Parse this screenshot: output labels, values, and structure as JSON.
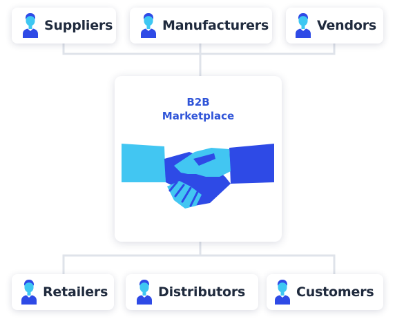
{
  "diagram": {
    "top_nodes": [
      {
        "label": "Suppliers",
        "icon": "person-icon"
      },
      {
        "label": "Manufacturers",
        "icon": "person-icon"
      },
      {
        "label": "Vendors",
        "icon": "person-icon"
      }
    ],
    "center": {
      "line1": "B2B",
      "line2": "Marketplace",
      "icon": "handshake-icon"
    },
    "bottom_nodes": [
      {
        "label": "Retailers",
        "icon": "person-icon"
      },
      {
        "label": "Distributors",
        "icon": "person-icon"
      },
      {
        "label": "Customers",
        "icon": "person-icon"
      }
    ],
    "colors": {
      "accent": "#2f54d8",
      "icon_blue": "#2e4ae6",
      "icon_light": "#3ec7f2",
      "connector": "#dfe3ea",
      "text": "#1f2a3d"
    }
  }
}
